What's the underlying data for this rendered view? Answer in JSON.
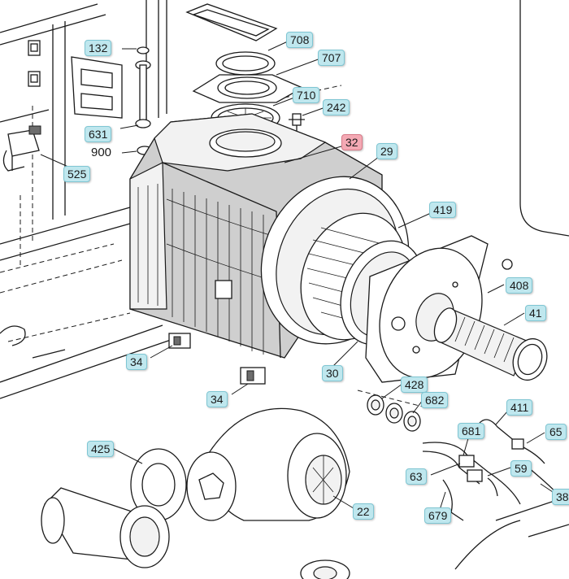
{
  "labels": {
    "p132": "132",
    "p708": "708",
    "p707": "707",
    "p710": "710",
    "p242": "242",
    "p631": "631",
    "p900": "900",
    "p32": "32",
    "p29": "29",
    "p525": "525",
    "p419": "419",
    "p408": "408",
    "p41": "41",
    "p34a": "34",
    "p30": "30",
    "p428": "428",
    "p34b": "34",
    "p682": "682",
    "p411": "411",
    "p681": "681",
    "p65": "65",
    "p425": "425",
    "p63": "63",
    "p59": "59",
    "p38": "38",
    "p679": "679",
    "p22": "22"
  },
  "colors": {
    "badge_fill": "#bfe7ee",
    "badge_highlight": "#f4a9b4",
    "line": "#1a1a1a",
    "exchanger_body": "#cfcfcf"
  }
}
